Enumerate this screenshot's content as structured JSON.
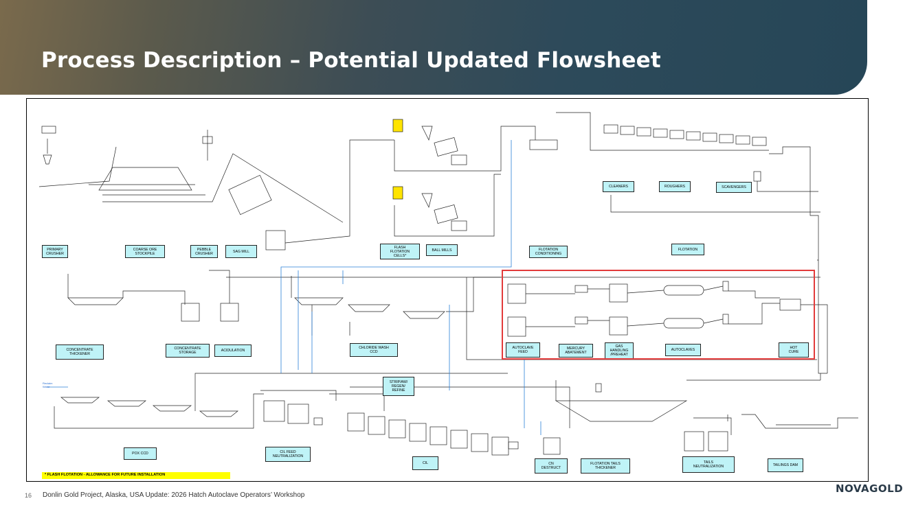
{
  "slide": {
    "title": "Process Description – Potential Updated Flowsheet",
    "page_number": "16",
    "footer": "Donlin Gold Project, Alaska, USA Update: 2026 Hatch Autoclave Operators’ Workshop",
    "logo": "NOVAGOLD"
  },
  "flowsheet": {
    "labels": {
      "primary_crusher": "PRIMARY\nCRUSHER",
      "coarse_ore_stockpile": "COARSE ORE\nSTOCKPILE",
      "pebble_crusher": "PEBBLE\nCRUSHER",
      "sag_mill": "SAG MILL",
      "flash_flotation_cells": "FLASH\nFLOTATION\nCELLS*",
      "ball_mills": "BALL MILLS",
      "flotation_conditioning": "FLOTATION\nCONDITIONING",
      "flotation": "FLOTATION",
      "cleaners": "CLEANERS",
      "roughers": "ROUGHERS",
      "scavengers": "SCAVENGERS",
      "concentrate_thickener": "CONCENTRATE\nTHICKENER",
      "concentrate_storage": "CONCENTRATE\nSTORAGE",
      "acidulation": "ACIDULATION",
      "chloride_wash_ccd": "CHLORIDE WASH\nCCD",
      "autoclave_feed": "AUTOCLAVE\nFEED",
      "mercury_abatement": "MERCURY\nABATEMENT",
      "gas_handling_preheat": "GAS\nHANDLING\n/PREHEAT",
      "autoclaves": "AUTOCLAVES",
      "hot_cure": "HOT\nCURE",
      "pox_ccd": "POX CCD",
      "cil_feed_neutralization": "CIL FEED\nNEUTRALIZATION",
      "strip_aw_regen_refine": "STRIP/AW/\nREGEN/\nREFINE",
      "cil": "CIL",
      "cn_destruct": "CN\nDESTRUCT",
      "flotation_tails_thickener": "FLOTATION TAILS\nTHICKENER",
      "tails_neutralization": "TAILS\nNEUTRALIZATION",
      "tailings_dam": "TAILINGS DAM"
    },
    "footnote": "* FLASH FLOTATION - ALLOWANCE FOR FUTURE INSTALLATION",
    "water_label": "Reclaim\nWater",
    "highlight_color": "#e23a3a",
    "label_fill": "#bff3f7",
    "footnote_fill": "#ffff00"
  }
}
